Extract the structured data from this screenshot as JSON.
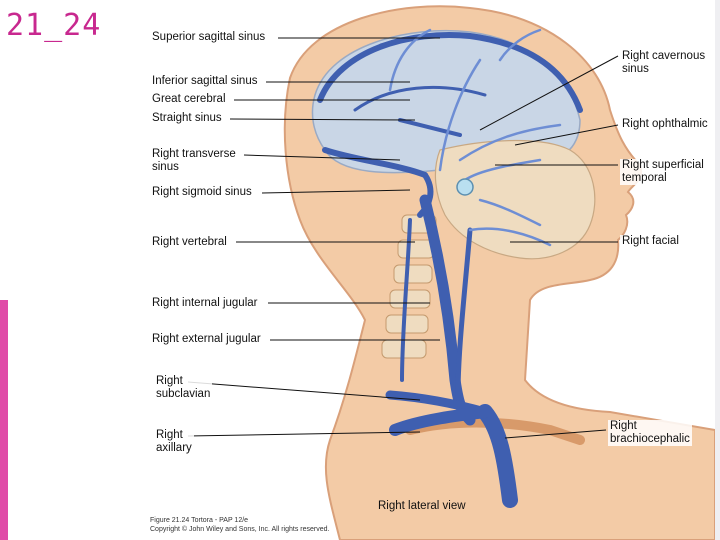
{
  "slide": {
    "title": "21_24",
    "accent_color": "#e04ba8"
  },
  "figure": {
    "view_caption": "Right lateral view",
    "credit": "Figure 21.24  Tortora - PAP 12/e\nCopyright © John Wiley and Sons, Inc. All rights reserved.",
    "left_labels": [
      {
        "id": "superior-sagittal-sinus",
        "text": "Superior sagittal sinus"
      },
      {
        "id": "inferior-sagittal-sinus",
        "text": "Inferior sagittal sinus"
      },
      {
        "id": "great-cerebral",
        "text": "Great cerebral"
      },
      {
        "id": "straight-sinus",
        "text": "Straight sinus"
      },
      {
        "id": "right-transverse-sinus",
        "text": "Right transverse\nsinus"
      },
      {
        "id": "right-sigmoid-sinus",
        "text": "Right sigmoid sinus"
      },
      {
        "id": "right-vertebral",
        "text": "Right vertebral"
      },
      {
        "id": "right-internal-jugular",
        "text": "Right internal jugular"
      },
      {
        "id": "right-external-jugular",
        "text": "Right external jugular"
      },
      {
        "id": "right-subclavian",
        "text": "Right\nsubclavian"
      },
      {
        "id": "right-axillary",
        "text": "Right\naxillary"
      }
    ],
    "right_labels": [
      {
        "id": "right-cavernous-sinus",
        "text": "Right cavernous\nsinus"
      },
      {
        "id": "right-ophthalmic",
        "text": "Right ophthalmic"
      },
      {
        "id": "right-superficial-temporal",
        "text": "Right superficial\ntemporal"
      },
      {
        "id": "right-facial",
        "text": "Right facial"
      },
      {
        "id": "right-brachiocephalic",
        "text": "Right\nbrachiocephalic"
      }
    ],
    "colors": {
      "vein": "#3f5fb0",
      "vein_light": "#6e8ed4",
      "skin": "#f3cba6",
      "skin_edge": "#d9a07a",
      "bone": "#efdcc0",
      "brain": "#c9d6e6",
      "leader": "#111111"
    }
  }
}
